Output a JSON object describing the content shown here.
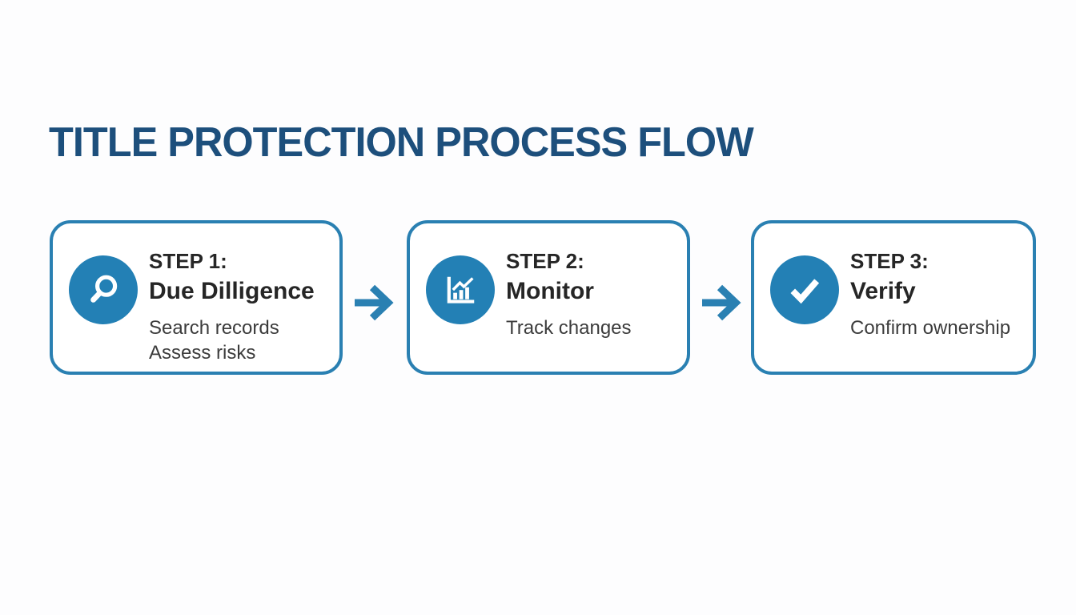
{
  "page": {
    "title": "TITLE PROTECTION PROCESS FLOW",
    "title_color": "#1d4f7c",
    "accent_color": "#2a80b2",
    "icon_circle_color": "#2380b5",
    "background": "#fdfdfe"
  },
  "steps": [
    {
      "label": "STEP 1:",
      "name": "Due Dilligence",
      "icon": "magnifier-icon",
      "details": [
        "Search records",
        "Assess risks"
      ]
    },
    {
      "label": "STEP 2:",
      "name": "Monitor",
      "icon": "bar-chart-icon",
      "details": [
        "Track changes"
      ]
    },
    {
      "label": "STEP 3:",
      "name": "Verify",
      "icon": "checkmark-icon",
      "details": [
        "Confirm ownership"
      ]
    }
  ]
}
